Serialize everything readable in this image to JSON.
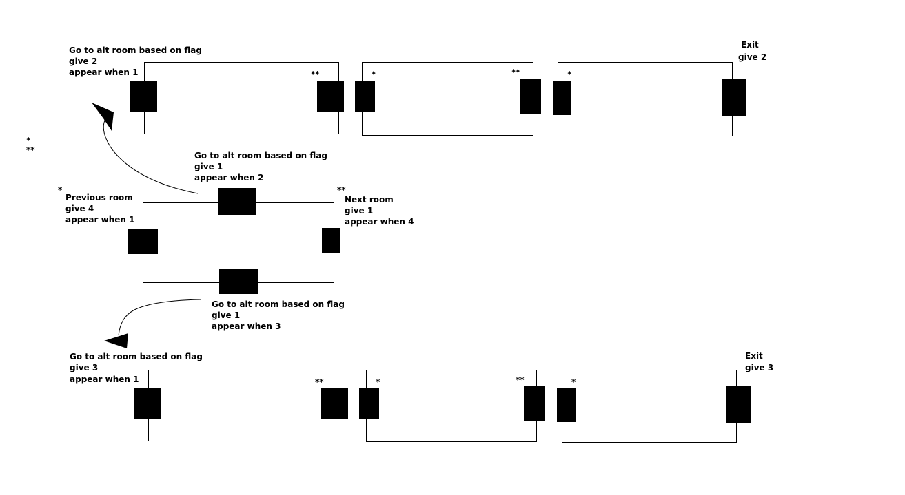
{
  "legend": {
    "single": "*",
    "double": "**"
  },
  "top_row": {
    "alt_label": [
      "Go to alt room based on flag",
      "give 2",
      "appear when 1"
    ],
    "exit_label": [
      "Exit",
      "give 2"
    ],
    "marks": [
      "**",
      "*",
      "**",
      "*"
    ]
  },
  "middle_room": {
    "top_label": [
      "Go to alt room based on flag",
      "give 1",
      "appear when 2"
    ],
    "left_label": [
      "Previous room",
      "give 4",
      "appear when 1"
    ],
    "left_mark": "*",
    "right_label": [
      "Next room",
      "give 1",
      "appear when 4"
    ],
    "right_mark": "**",
    "bottom_label": [
      "Go to alt room based on flag",
      "give 1",
      "appear when 3"
    ]
  },
  "bottom_row": {
    "alt_label": [
      "Go to alt room based on flag",
      "give 3",
      "appear when 1"
    ],
    "exit_label": [
      "Exit",
      "give 3"
    ],
    "marks": [
      "**",
      "*",
      "**",
      "*"
    ]
  }
}
